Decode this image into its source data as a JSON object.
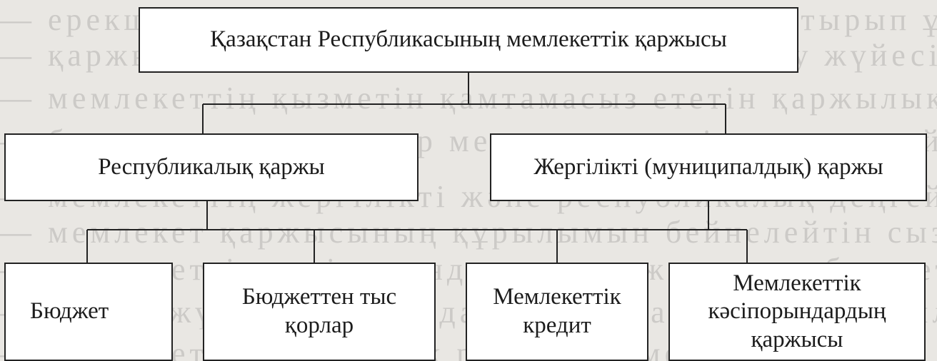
{
  "diagram": {
    "root": "Қазақстан Республикасының мемлекеттік қаржысы",
    "level2": [
      "Республикалық қаржы",
      "Жергілікті (муниципалдық) қаржы"
    ],
    "level3": [
      {
        "parent": "Республикалық қаржы",
        "lines": [
          "Бюджет"
        ]
      },
      {
        "parent": "Республикалық қаржы",
        "lines": [
          "Бюджеттен тыс",
          "қорлар"
        ]
      },
      {
        "parent": "Жергілікті (муниципалдық) қаржы",
        "lines": [
          "Мемлекеттік",
          "кредит"
        ]
      },
      {
        "parent": "Жергілікті (муниципалдық) қаржы",
        "lines": [
          "Мемлекеттік",
          "кәсіпорындардың",
          "қаржысы"
        ]
      }
    ]
  },
  "colors": {
    "background": "#e9e7e3",
    "box_fill": "#ffffff",
    "lines": "#222222"
  }
}
